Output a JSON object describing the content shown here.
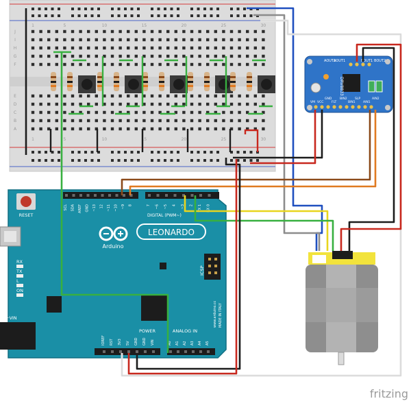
{
  "breadboard": {
    "columns": [
      "1",
      "5",
      "10",
      "15",
      "20",
      "25",
      "30"
    ],
    "rows": [
      "A",
      "B",
      "C",
      "D",
      "E",
      "F",
      "G",
      "H",
      "I",
      "J"
    ]
  },
  "arduino": {
    "board_name": "LEONARDO",
    "brand": "Arduino",
    "reset_label": "RESET",
    "digital_label": "DIGITAL (PWM~)",
    "power_label": "POWER",
    "analog_label": "ANALOG IN",
    "icsp_label": "ICSP",
    "website": "www.arduino.cc",
    "made_in": "MADE IN ITALY",
    "vin_label": "+VIN",
    "led_labels": [
      "RX",
      "TX",
      "L",
      "ON"
    ],
    "header_labels": [
      "SCL",
      "SDA",
      "AREF",
      "GND",
      "~13",
      "12",
      "~11",
      "~10",
      "~9",
      "8",
      "7",
      "~6",
      "~5",
      "4",
      "~3",
      "2",
      "TX 1",
      "RX 0"
    ],
    "power_pins": [
      "IOREF",
      "RST",
      "3V3",
      "5V",
      "GND",
      "GND",
      "VIN"
    ],
    "analog_pins": [
      "A0",
      "A1",
      "A2",
      "A3",
      "A4",
      "A5"
    ]
  },
  "driver": {
    "chip_label": "DRV8833",
    "pin_labels": [
      "AOUT2",
      "AOUT1",
      "BOUT1",
      "BOUT2"
    ],
    "bottom_labels": [
      "VM",
      "VCC",
      "GND",
      "FLT",
      "BIN2",
      "BIN1",
      "SLP",
      "AIN1",
      "AIN2"
    ]
  },
  "brand_footer": "fritzing"
}
